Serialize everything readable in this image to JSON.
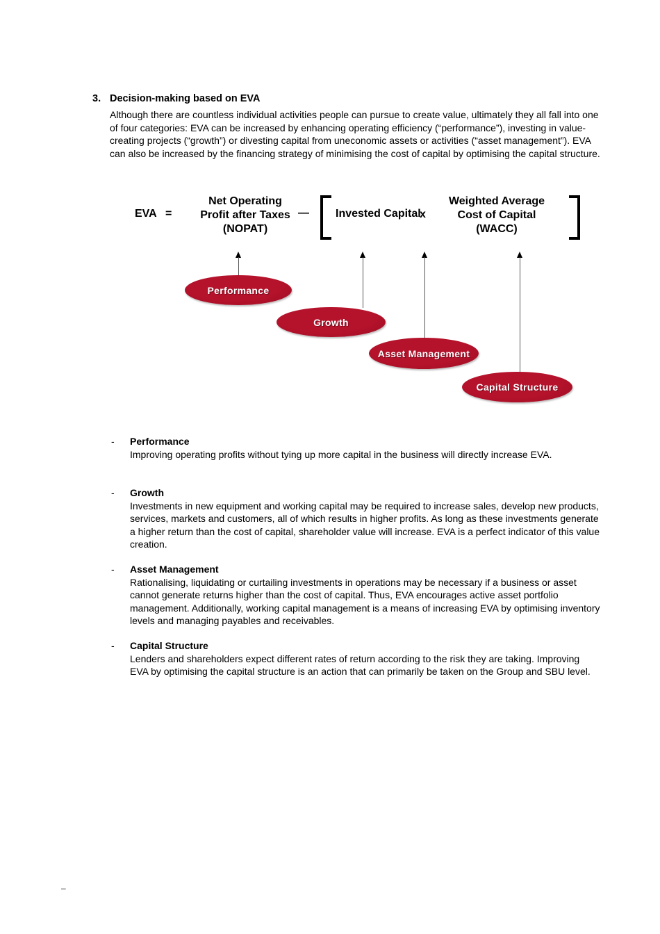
{
  "page": {
    "section_number": "3.",
    "heading": "Decision-making based on EVA",
    "intro": "Although there are countless individual activities people can pursue to create value, ultimately they all fall into one of four categories: EVA can be increased by enhancing operating efficiency (“performance”), investing in value-creating projects (“growth”) or divesting capital from uneconomic assets or activities (“asset management”). EVA can also be increased by the financing strategy of minimising the cost of capital by optimising the capital structure.",
    "footer_mark": "–"
  },
  "formula": {
    "lhs": "EVA",
    "equals": "=",
    "nopat_line1": "Net Operating",
    "nopat_line2": "Profit after Taxes",
    "nopat_line3": "(NOPAT)",
    "minus": "—",
    "invested_capital": "Invested Capital",
    "times": "x",
    "wacc_line1": "Weighted Average",
    "wacc_line2": "Cost of Capital",
    "wacc_line3": "(WACC)"
  },
  "diagram": {
    "ellipse_color": "#b5122b",
    "ellipse_edge_color": "#9c0e23",
    "labels": {
      "performance": "Performance",
      "growth": "Growth",
      "asset_management": "Asset Management",
      "capital_structure": "Capital Structure"
    }
  },
  "sections": [
    {
      "bullet": "-",
      "title": "Performance",
      "body": "Improving operating profits without tying up more capital in the business will directly increase EVA."
    },
    {
      "bullet": "-",
      "title": "Growth",
      "body": "Investments in new equipment and working capital may be required to increase sales, develop new products, services, markets and customers, all of which results in higher profits. As long as these investments generate a higher return than the cost of capital, shareholder value will increase. EVA is a perfect indicator of this value creation."
    },
    {
      "bullet": "-",
      "title": "Asset Management",
      "body": "Rationalising, liquidating or curtailing investments in operations may be necessary if a business or asset cannot generate returns higher than the cost of capital. Thus, EVA encourages active asset portfolio management. Additionally, working capital management is a means of increasing EVA by optimising inventory levels and managing payables and receivables."
    },
    {
      "bullet": "-",
      "title": "Capital Structure",
      "body": "Lenders and shareholders expect different rates of return according to the risk they are taking. Improving EVA by optimising the capital structure is an action that can primarily be taken on the Group and SBU level."
    }
  ]
}
